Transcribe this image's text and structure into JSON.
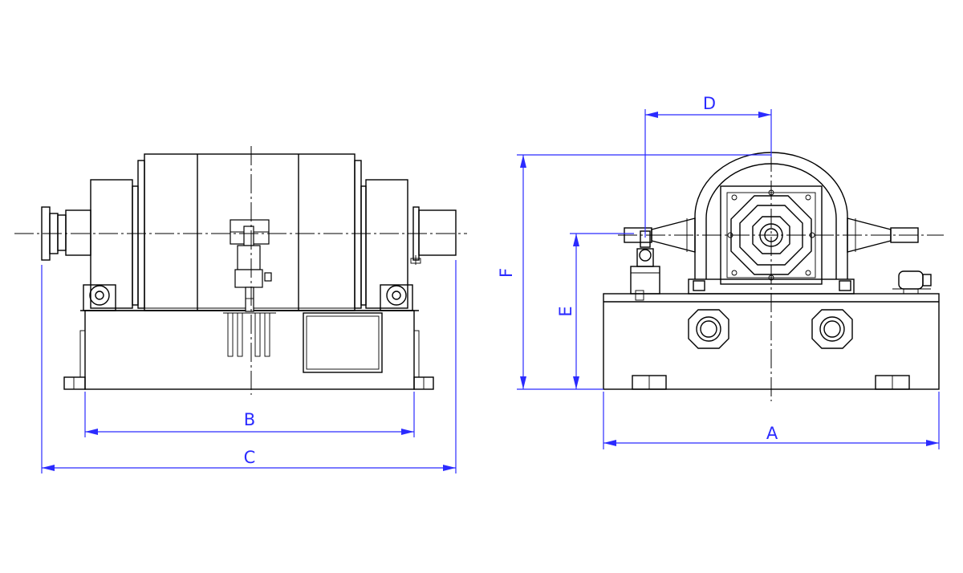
{
  "dimensions": {
    "A": "A",
    "B": "B",
    "C": "C",
    "D": "D",
    "E": "E",
    "F": "F"
  },
  "colors": {
    "line": "#000000",
    "dimension": "#2b2bff",
    "background": "#ffffff"
  }
}
